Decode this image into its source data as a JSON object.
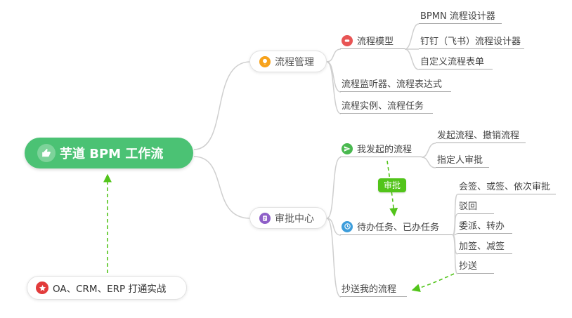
{
  "mindmap": {
    "root": {
      "label": "芋道 BPM 工作流",
      "icon": "thumbs-up-icon"
    },
    "note": {
      "label": "OA、CRM、ERP 打通实战",
      "icon": "star-icon"
    },
    "edge_label": {
      "label": "审批"
    },
    "process_management": {
      "label": "流程管理",
      "icon": "lightbulb-icon",
      "children": {
        "process_model": {
          "label": "流程模型",
          "icon": "flow-model-icon",
          "children": {
            "bpmn": {
              "label": "BPMN 流程设计器"
            },
            "dingtalk": {
              "label": "钉钉（飞书）流程设计器"
            },
            "custom_form": {
              "label": "自定义流程表单"
            }
          }
        },
        "listener": {
          "label": "流程监听器、流程表达式"
        },
        "instance": {
          "label": "流程实例、流程任务"
        }
      }
    },
    "approval_center": {
      "label": "审批中心",
      "icon": "document-icon",
      "children": {
        "my_initiated": {
          "label": "我发起的流程",
          "icon": "paper-plane-icon",
          "children": {
            "start_cancel": {
              "label": "发起流程、撤销流程"
            },
            "assignee": {
              "label": "指定人审批"
            }
          }
        },
        "todo_done": {
          "label": "待办任务、已办任务",
          "icon": "clock-icon",
          "children": {
            "countersign": {
              "label": "会签、或签、依次审批"
            },
            "reject": {
              "label": "驳回"
            },
            "delegate": {
              "label": "委派、转办"
            },
            "sign": {
              "label": "加签、减签"
            },
            "cc": {
              "label": "抄送"
            }
          }
        },
        "cc_mine": {
          "label": "抄送我的流程"
        }
      }
    },
    "colors": {
      "root_bg": "#4bc274",
      "connector": "#cfcfcf",
      "dashed_arrow": "#52c41a",
      "edge_label_bg": "#52c41a",
      "process_management_icon": "#f7a21b",
      "approval_center_icon": "#8e5fc8",
      "process_model_icon": "#e85555",
      "my_initiated_icon": "#49b84f",
      "todo_done_icon": "#3d9ddb",
      "note_icon": "#e23b3b"
    }
  }
}
